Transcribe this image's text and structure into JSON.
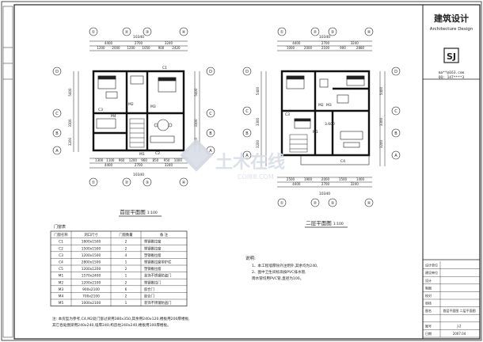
{
  "sheet": {
    "company_cn": "建筑设计",
    "company_en": "Architecture Design",
    "logo_text": "SJ",
    "contact": [
      "ma**@163.com",
      "QQ: 147****3"
    ],
    "title_block_rows": [
      "设计单位",
      "建设单位",
      "设计",
      "制图",
      "校对",
      "审核",
      "图名",
      "",
      "图号",
      "日期"
    ],
    "title_block_values": [
      "",
      "",
      "",
      "",
      "",
      "",
      "首层平面图 二层平面图",
      "",
      "J-2",
      "2007.04"
    ],
    "drawing_name": "首层平面图\n二层平面图",
    "drawing_no": "J-2"
  },
  "watermark": {
    "brand": "土木在线",
    "domain": "COI88.COM"
  },
  "plan1": {
    "title": "首层平面图",
    "scale": "1:100",
    "axes_top": [
      "①",
      "②",
      "③",
      "④"
    ],
    "axes_left": [
      "D",
      "C",
      "B",
      "A"
    ],
    "dims_top_total": "10340",
    "dims_top_a": [
      "4400",
      "2700",
      "3240"
    ],
    "dims_top_b": [
      "1200",
      "2000",
      "1200",
      "1050",
      "900",
      "2420"
    ],
    "dims_bottom_a": [
      "1300",
      "1100",
      "960",
      "1200",
      "960",
      "850",
      "950",
      "1000"
    ],
    "dims_bottom_b": [
      "4400",
      "2700",
      "3240"
    ],
    "dims_bottom_total": "10340",
    "dims_side": [
      "5400",
      "3300",
      "3200"
    ],
    "room_labels": [
      "M2",
      "M1",
      "C2",
      "C1",
      "C3",
      "M4",
      "M3"
    ]
  },
  "plan2": {
    "title": "二层平面图",
    "scale": "1:100",
    "axes_top": [
      "①",
      "②",
      "③",
      "④"
    ],
    "axes_left": [
      "D",
      "C",
      "B",
      "A"
    ],
    "dims_top_total": "10340",
    "dims_top_a": [
      "4400",
      "2700",
      "3240"
    ],
    "dims_top_b": [
      "1000",
      "2000",
      "2100",
      "900",
      "2880"
    ],
    "dims_bottom_a": [
      "2500",
      "1900",
      "2000",
      "1500",
      "1400"
    ],
    "dims_bottom_b": [
      "4400",
      "2700",
      "3240"
    ],
    "dims_bottom_total": "10340",
    "dims_side": [
      "5400",
      "3300",
      "3200"
    ],
    "room_labels": [
      "M2",
      "M3",
      "M1",
      "C4",
      "C3",
      "3.600"
    ]
  },
  "door_table": {
    "caption": "门窗表",
    "headers": [
      "门窗名称",
      "洞口尺寸",
      "门窗数量",
      "备 注"
    ],
    "rows": [
      [
        "C1",
        "1800x1500",
        "2",
        "塑钢推拉窗"
      ],
      [
        "C2",
        "1500x1500",
        "2",
        "塑钢推拉窗"
      ],
      [
        "C3",
        "1200x1500",
        "4",
        "塑钢推拉窗"
      ],
      [
        "C4",
        "2800x1500",
        "1",
        "塑钢推拉窗带护栏"
      ],
      [
        "C5",
        "1200x1200",
        "2",
        "塑钢推拉窗"
      ],
      [
        "M1",
        "1570x2400",
        "1",
        "装饰不锈钢防盗门"
      ],
      [
        "M2",
        "1200x2100",
        "2",
        "塑钢推拉门"
      ],
      [
        "M3",
        "900x2100",
        "6",
        "胶合门"
      ],
      [
        "M4",
        "700x2100",
        "2",
        "胶合门"
      ],
      [
        "M5",
        "1000x2100",
        "1",
        "装饰不锈钢防盗门"
      ]
    ]
  },
  "notes_left": [
    "注: 本房型为参考,C4,M2处门窗过梁用380x350,其余用240x120,楼板用200厚楼板,",
    "其它各处圈梁用240x240,墙厚240,构造柱240x240,楼板用100厚楼板。"
  ],
  "notes_right": {
    "heading": "说明:",
    "lines": [
      "1、本工程墙厚除外注明外,其余均为240,",
      "2、图中卫生间标高按PVC排水管,",
      "   雨水管均用PVC管,直径为100。"
    ]
  }
}
